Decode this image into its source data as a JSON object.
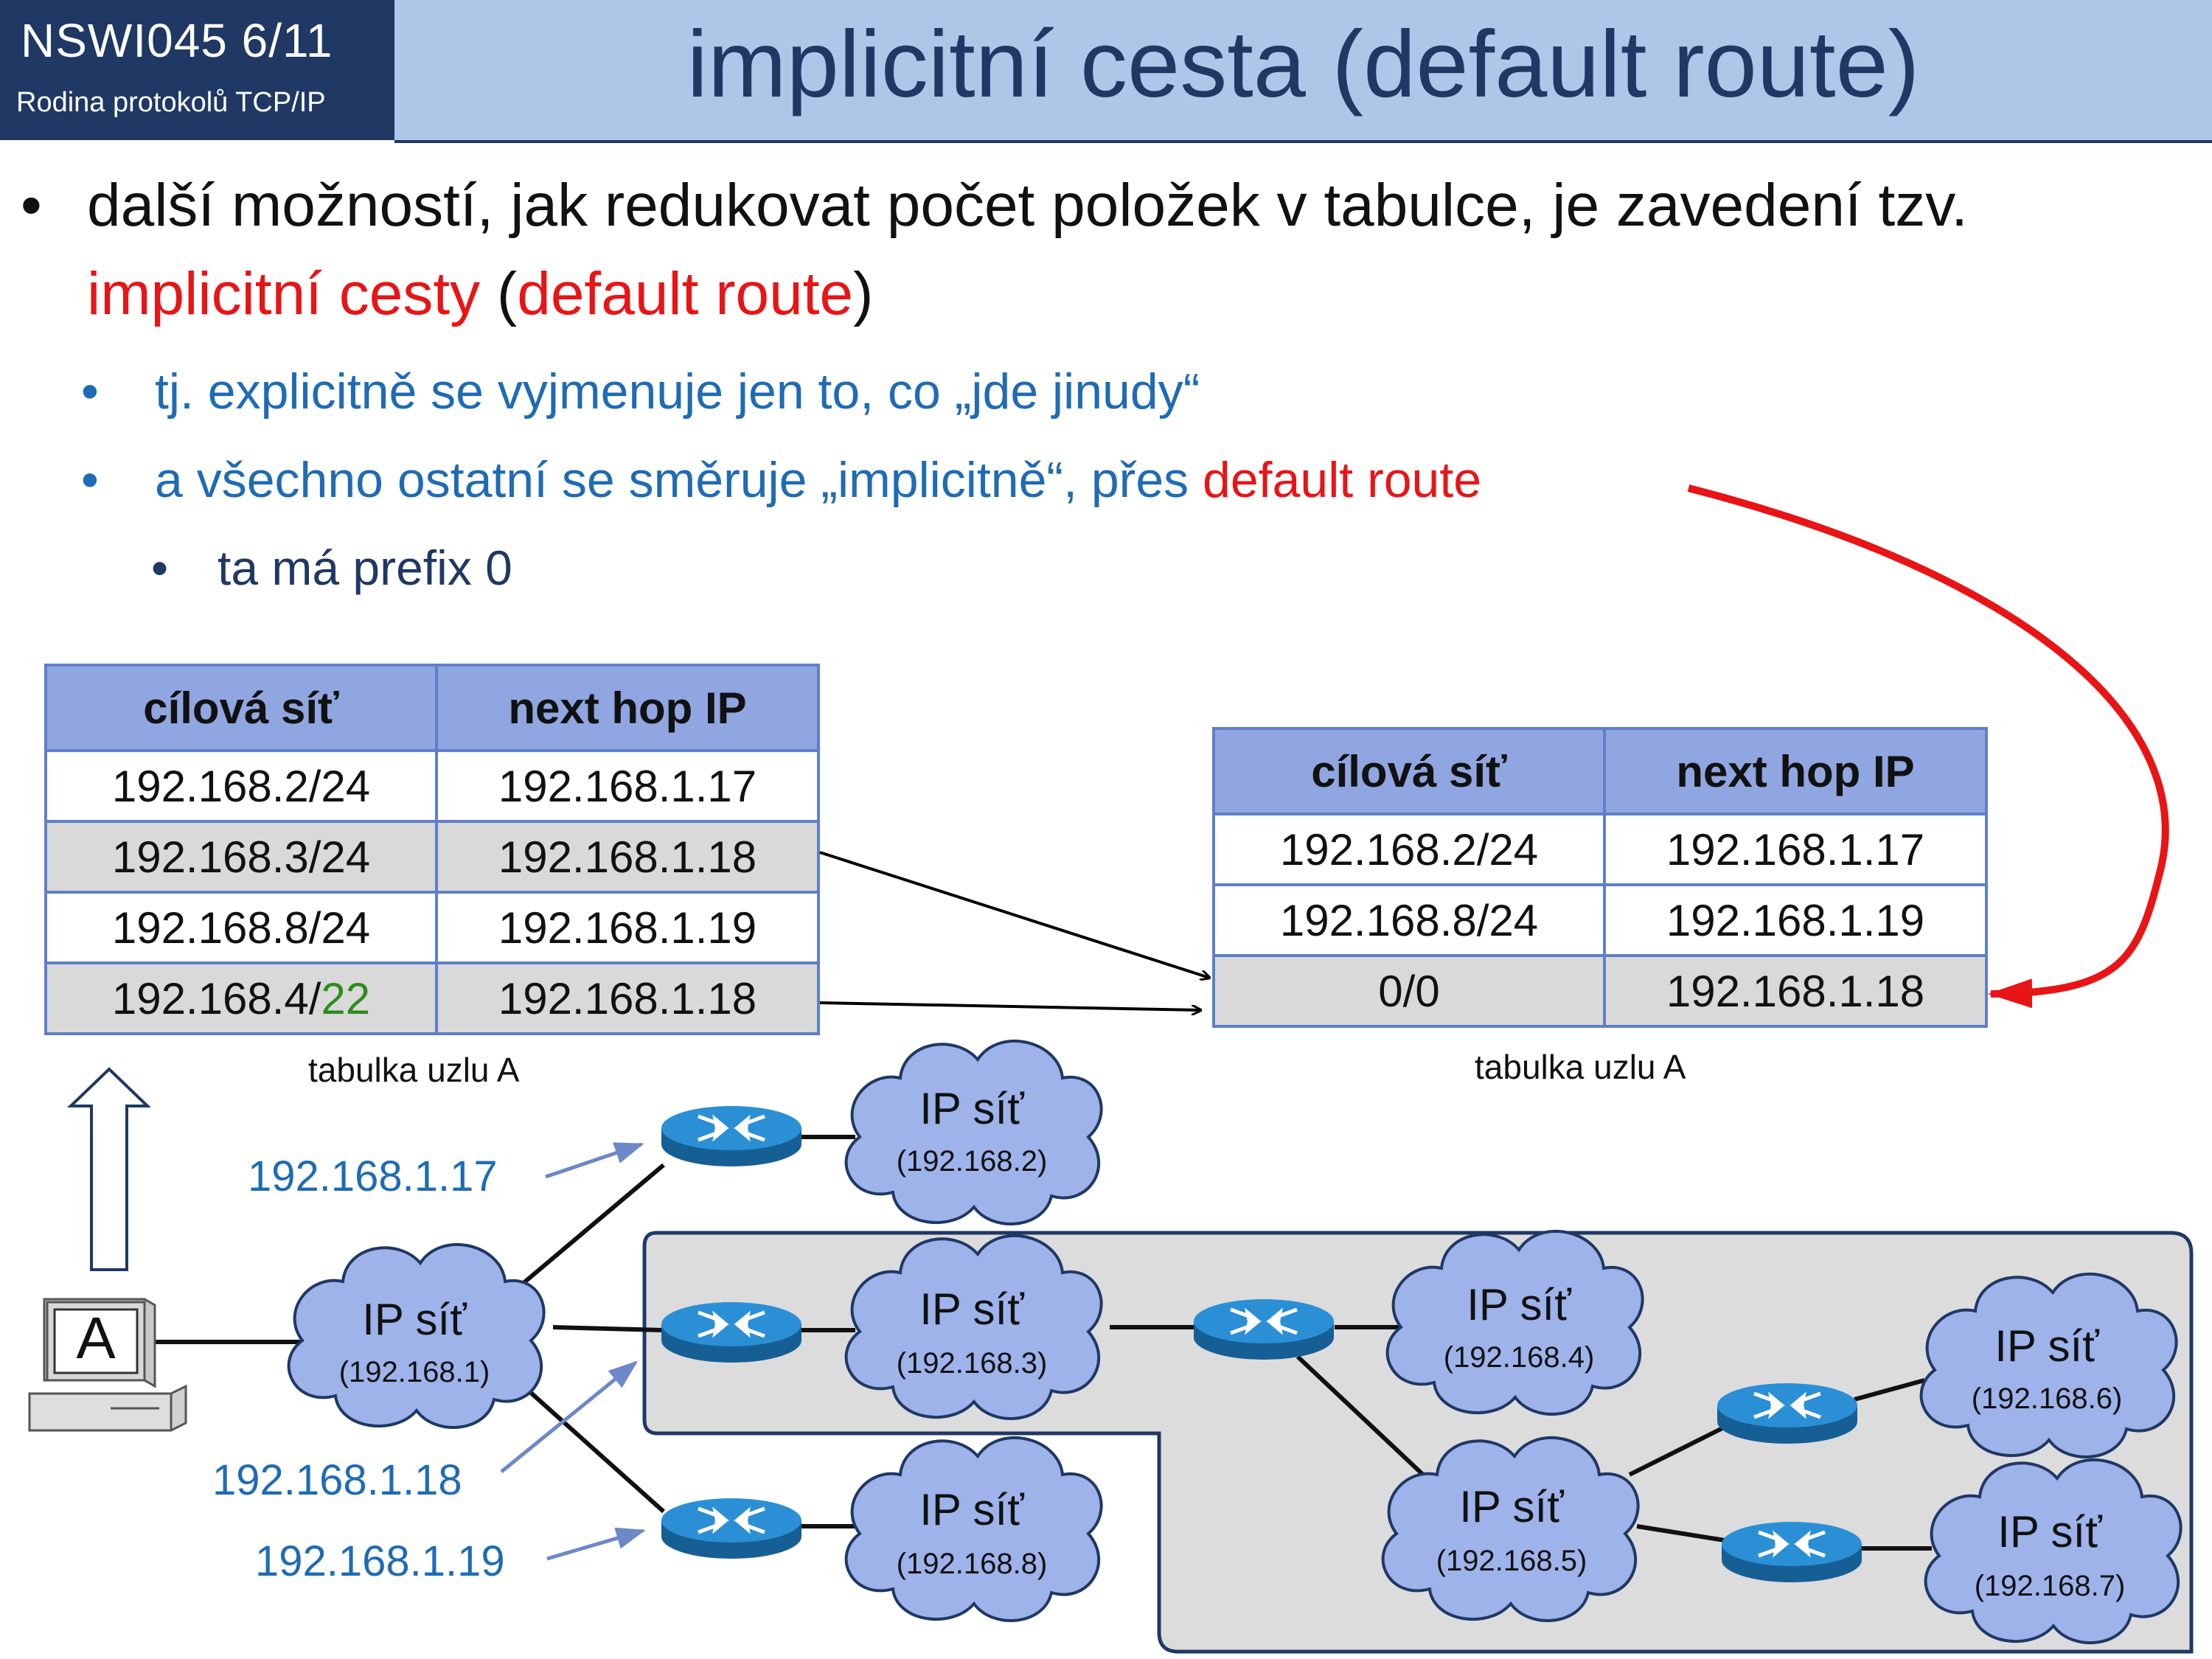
{
  "header": {
    "course_code": "NSWI045   6/11",
    "course_subtitle": "Rodina protokolů TCP/IP",
    "title": "implicitní cesta (default route)"
  },
  "bullets": {
    "b1_line1": "další možností, jak redukovat počet položek v tabulce, je zavedení tzv.",
    "b1_line2_red1": "implicitní cesty",
    "b1_line2_paren_open": " (",
    "b1_line2_red2": "default route",
    "b1_line2_paren_close": ")",
    "b2": "tj. explicitně se vyjmenuje jen to, co „jde jinudy“",
    "b3_text": "a všechno ostatní se směruje „implicitně“, přes ",
    "b3_red": "default route",
    "b4": "ta má prefix 0"
  },
  "table_left": {
    "headers": [
      "cílová síť",
      "next hop IP"
    ],
    "rows": [
      {
        "dest": "192.168.2/24",
        "next": "192.168.1.17"
      },
      {
        "dest": "192.168.3/24",
        "next": "192.168.1.18"
      },
      {
        "dest": "192.168.8/24",
        "next": "192.168.1.19"
      },
      {
        "dest_prefix": "192.168.4/",
        "dest_suffix": "22",
        "next": "192.168.1.18"
      }
    ],
    "caption": "tabulka uzlu A"
  },
  "table_right": {
    "headers": [
      "cílová síť",
      "next hop IP"
    ],
    "rows": [
      {
        "dest": "192.168.2/24",
        "next": "192.168.1.17"
      },
      {
        "dest": "192.168.8/24",
        "next": "192.168.1.19"
      },
      {
        "dest": "0/0",
        "next": "192.168.1.18"
      }
    ],
    "caption": "tabulka uzlu A"
  },
  "network": {
    "host_label": "A",
    "clouds": [
      {
        "title": "IP síť",
        "addr": "(192.168.1)"
      },
      {
        "title": "IP síť",
        "addr": "(192.168.2)"
      },
      {
        "title": "IP síť",
        "addr": "(192.168.3)"
      },
      {
        "title": "IP síť",
        "addr": "(192.168.8)"
      },
      {
        "title": "IP síť",
        "addr": "(192.168.4)"
      },
      {
        "title": "IP síť",
        "addr": "(192.168.5)"
      },
      {
        "title": "IP síť",
        "addr": "(192.168.6)"
      },
      {
        "title": "IP síť",
        "addr": "(192.168.7)"
      }
    ],
    "ip_labels": [
      "192.168.1.17",
      "192.168.1.18",
      "192.168.1.19"
    ]
  },
  "colors": {
    "header_dark": "#1f3864",
    "header_light": "#aec7e8",
    "table_header": "#8fa6e0",
    "table_border": "#5f7fc8",
    "highlight_red": "#e81416",
    "prefix_green": "#2e8b1e",
    "cloud_fill": "#9db3ea",
    "region_fill": "#dcdcdc",
    "router_blue": "#1f7ac0"
  }
}
